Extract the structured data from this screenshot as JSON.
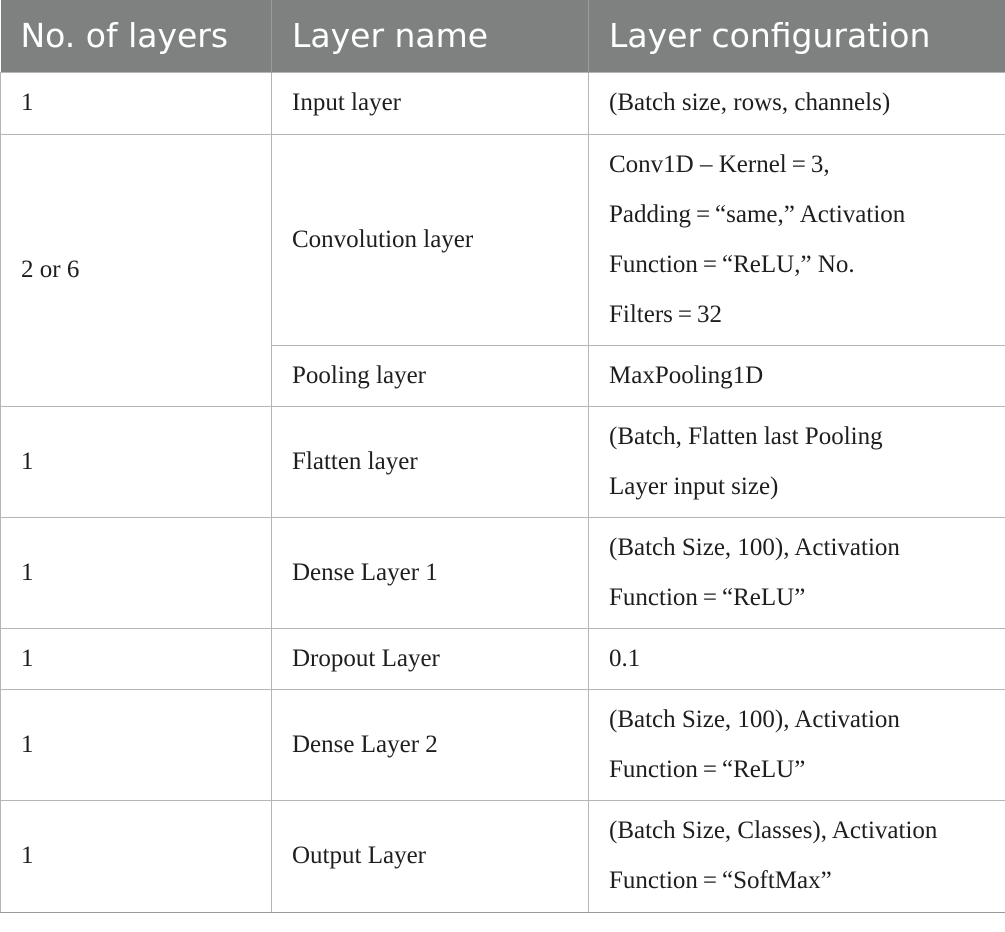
{
  "table": {
    "headers": [
      "No. of layers",
      "Layer name",
      "Layer configuration"
    ],
    "rows": [
      {
        "count": "1",
        "name": "Input layer",
        "config": [
          "(Batch size, rows, channels)"
        ]
      },
      {
        "count": "2 or 6",
        "name": "Convolution layer",
        "config": [
          "Conv1D – Kernel = 3,",
          "Padding = “same,” Activation",
          "Function = “ReLU,” No.",
          "Filters = 32"
        ]
      },
      {
        "name": "Pooling layer",
        "config": [
          "MaxPooling1D"
        ]
      },
      {
        "count": "1",
        "name": "Flatten layer",
        "config": [
          "(Batch, Flatten last Pooling",
          "Layer input size)"
        ]
      },
      {
        "count": "1",
        "name": "Dense Layer 1",
        "config": [
          "(Batch Size, 100), Activation",
          "Function = “ReLU”"
        ]
      },
      {
        "count": "1",
        "name": "Dropout Layer",
        "config": [
          "0.1"
        ]
      },
      {
        "count": "1",
        "name": "Dense Layer 2",
        "config": [
          "(Batch Size, 100), Activation",
          "Function = “ReLU”"
        ]
      },
      {
        "count": "1",
        "name": "Output Layer",
        "config": [
          "(Batch Size, Classes), Activation",
          "Function = “SoftMax”"
        ]
      }
    ]
  },
  "colors": {
    "header_bg": "#7e8180",
    "header_text": "#ffffff",
    "border": "#b5b5b5",
    "body_text": "#1e1e1e"
  }
}
